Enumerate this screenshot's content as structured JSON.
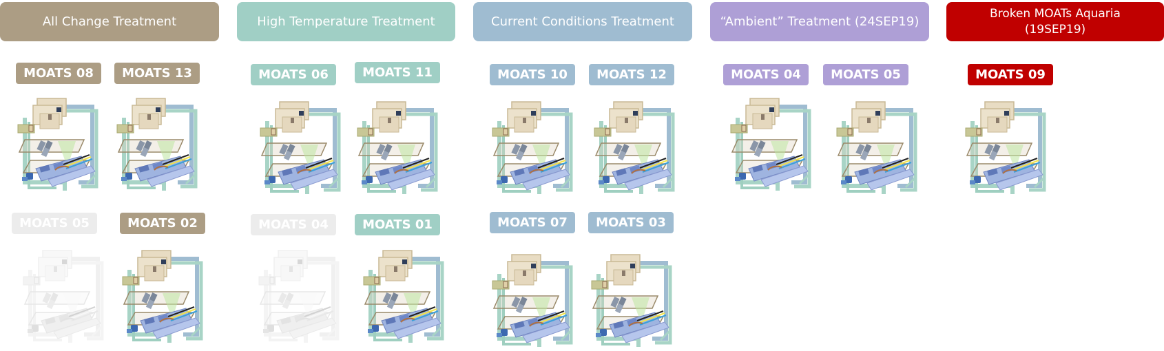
{
  "colors": {
    "all_change": "#ac9d84",
    "high_temp": "#a0cfc5",
    "current": "#9fbcd1",
    "ambient": "#ae9fd6",
    "broken": "#c00000",
    "inactive": "#ececec"
  },
  "treatments": [
    {
      "id": "all_change",
      "label": "All Change Treatment"
    },
    {
      "id": "high_temp",
      "label": "High Temperature Treatment"
    },
    {
      "id": "current",
      "label": "Current Conditions Treatment"
    },
    {
      "id": "ambient",
      "label": "“Ambient” Treatment (24SEP19)"
    },
    {
      "id": "broken",
      "label_line1": "Broken MOATs Aquaria",
      "label_line2": "(19SEP19)"
    }
  ],
  "units": {
    "moats08": {
      "label": "MOATS 08",
      "treatment": "all_change",
      "active": true
    },
    "moats13": {
      "label": "MOATS 13",
      "treatment": "all_change",
      "active": true
    },
    "moats05a": {
      "label": "MOATS 05",
      "treatment": "all_change",
      "active": false
    },
    "moats02": {
      "label": "MOATS 02",
      "treatment": "all_change",
      "active": true
    },
    "moats06": {
      "label": "MOATS 06",
      "treatment": "high_temp",
      "active": true
    },
    "moats11": {
      "label": "MOATS 11",
      "treatment": "high_temp",
      "active": true
    },
    "moats04a": {
      "label": "MOATS 04",
      "treatment": "high_temp",
      "active": false
    },
    "moats01": {
      "label": "MOATS 01",
      "treatment": "high_temp",
      "active": true
    },
    "moats10": {
      "label": "MOATS 10",
      "treatment": "current",
      "active": true
    },
    "moats12": {
      "label": "MOATS 12",
      "treatment": "current",
      "active": true
    },
    "moats07": {
      "label": "MOATS 07",
      "treatment": "current",
      "active": true
    },
    "moats03": {
      "label": "MOATS 03",
      "treatment": "current",
      "active": true
    },
    "moats04b": {
      "label": "MOATS 04",
      "treatment": "ambient",
      "active": true
    },
    "moats05b": {
      "label": "MOATS 05",
      "treatment": "ambient",
      "active": true
    },
    "moats09": {
      "label": "MOATS 09",
      "treatment": "broken",
      "active": true
    }
  }
}
